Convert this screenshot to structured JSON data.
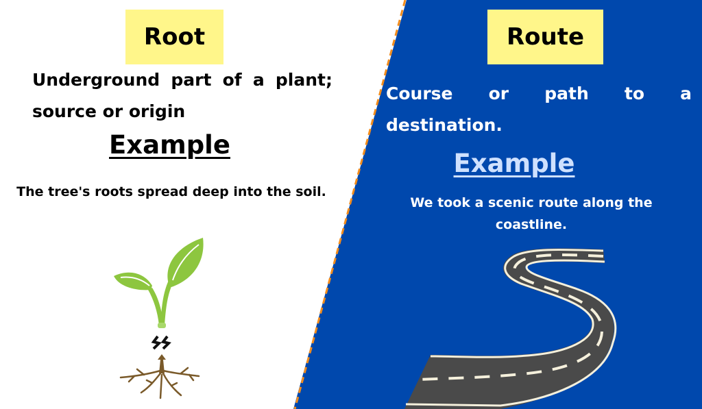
{
  "colors": {
    "left_background": "#ffffff",
    "right_background": "#0048ad",
    "divider_dash": "#f28c1c",
    "title_highlight": "#fff68a",
    "left_text": "#000000",
    "right_text": "#ffffff",
    "right_example_heading": "#cfe1ff",
    "leaf_green": "#8dc63f",
    "root_brown": "#7a5a2a",
    "road_asphalt": "#4a4a4a",
    "road_marking": "#f5f0dc"
  },
  "left_panel": {
    "title": "Root",
    "definition": "Underground part of a plant; source or origin",
    "example_heading": "Example",
    "example_sentence": "The tree's roots spread deep into the soil.",
    "illustration": "seedling-with-roots-icon"
  },
  "right_panel": {
    "title": "Route",
    "definition": "Course or path to a destination.",
    "example_heading": "Example",
    "example_sentence": "We took a scenic route along the coastline.",
    "illustration": "winding-road-icon"
  }
}
